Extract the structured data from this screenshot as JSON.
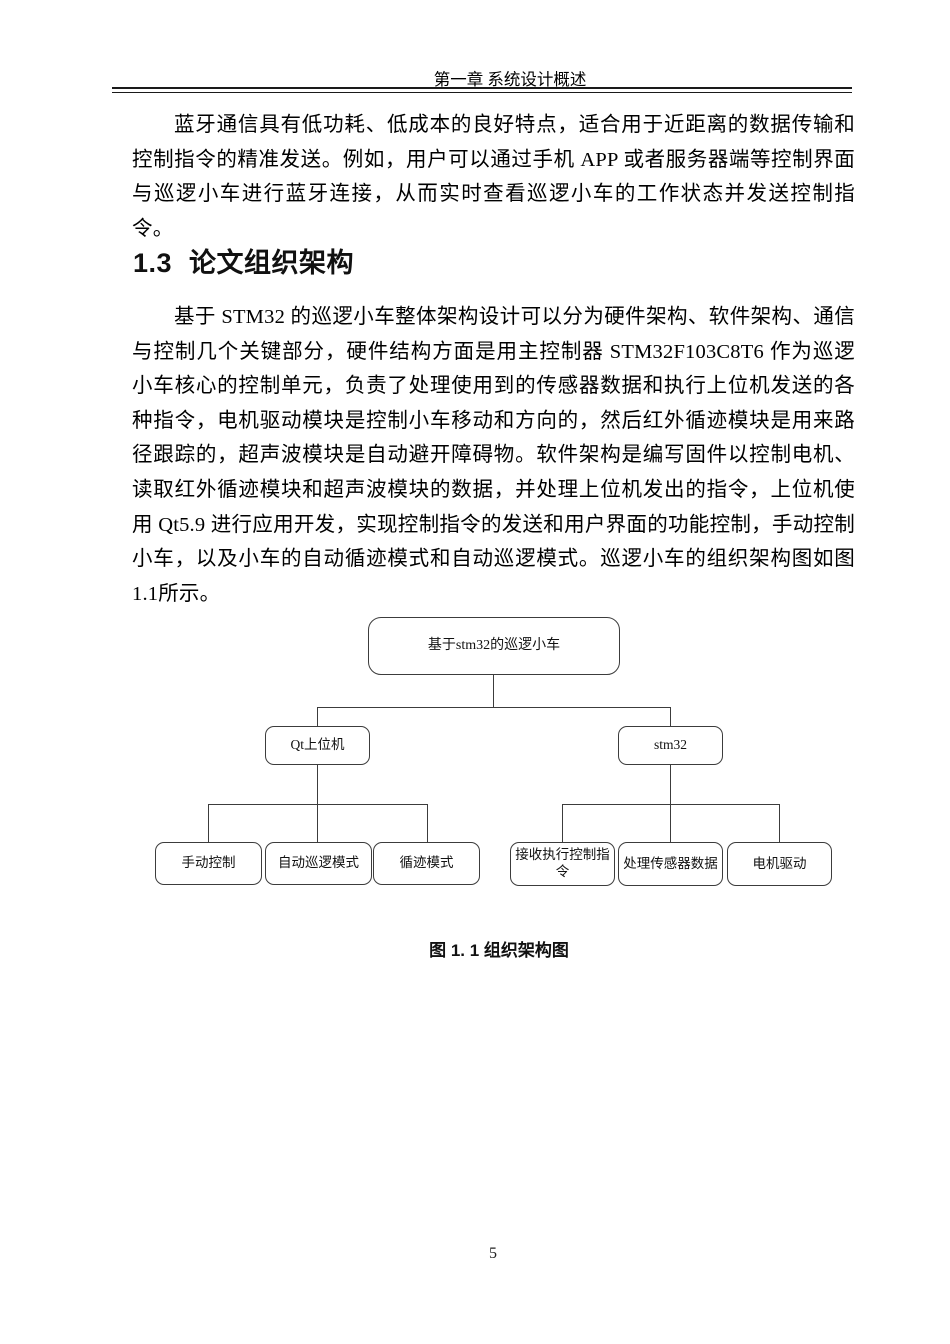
{
  "header": {
    "title": "第一章 系统设计概述"
  },
  "body": {
    "paragraph1": "蓝牙通信具有低功耗、低成本的良好特点，适合用于近距离的数据传输和控制指令的精准发送。例如，用户可以通过手机 APP 或者服务器端等控制界面与巡逻小车进行蓝牙连接，从而实时查看巡逻小车的工作状态并发送控制指令。",
    "section": {
      "number": "1.3",
      "title": "论文组织架构"
    },
    "paragraph2": "基于 STM32 的巡逻小车整体架构设计可以分为硬件架构、软件架构、通信与控制几个关键部分，硬件结构方面是用主控制器 STM32F103C8T6 作为巡逻小车核心的控制单元，负责了处理使用到的传感器数据和执行上位机发送的各种指令，电机驱动模块是控制小车移动和方向的，然后红外循迹模块是用来路径跟踪的，超声波模块是自动避开障碍物。软件架构是编写固件以控制电机、读取红外循迹模块和超声波模块的数据，并处理上位机发出的指令，上位机使用 Qt5.9 进行应用开发，实现控制指令的发送和用户界面的功能控制，手动控制小车，以及小车的自动循迹模式和自动巡逻模式。巡逻小车的组织架构图如图1.1所示。"
  },
  "figure": {
    "caption": "图 1. 1 组织架构图",
    "diagram": {
      "root": "基于stm32的巡逻小车",
      "branches": [
        {
          "label": "Qt上位机",
          "children": [
            "手动控制",
            "自动巡逻模式",
            "循迹模式"
          ]
        },
        {
          "label": "stm32",
          "children": [
            "接收执行控制指令",
            "处理传感器数据",
            "电机驱动"
          ]
        }
      ]
    }
  },
  "footer": {
    "page_number": "5"
  }
}
